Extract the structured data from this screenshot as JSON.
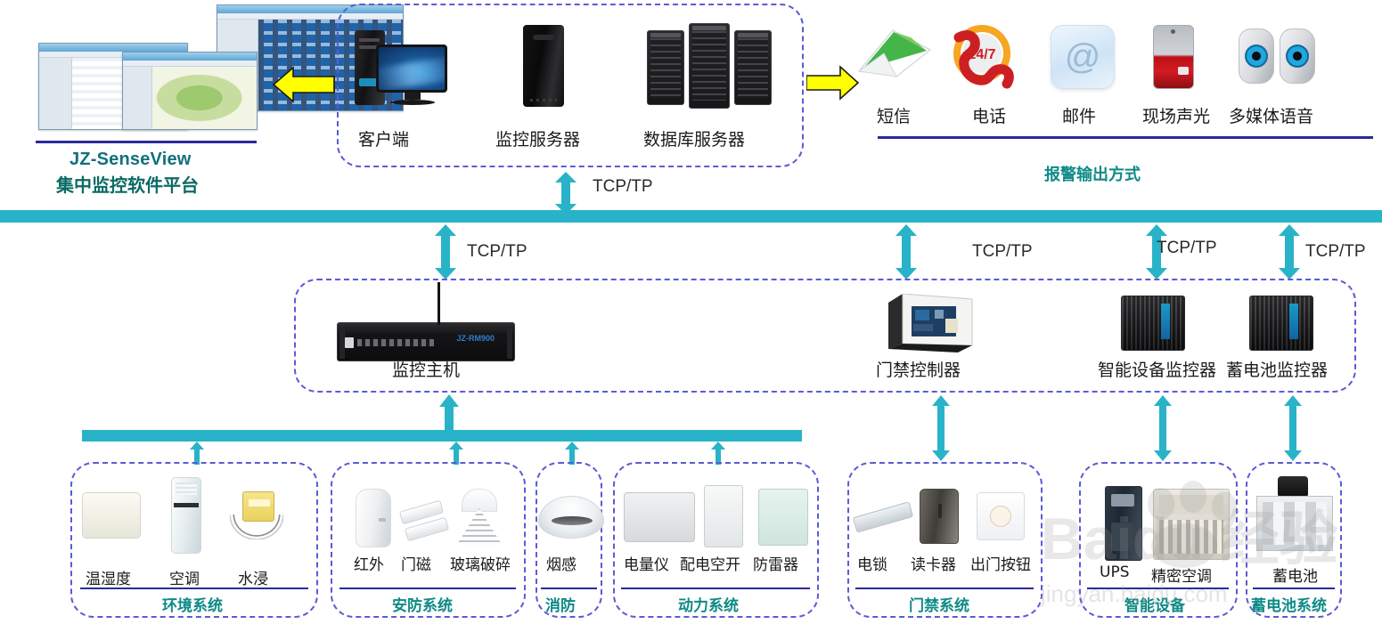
{
  "platform": {
    "brand_en": "JZ-SenseView",
    "brand_cn": "集中监控软件平台",
    "screenshots": [
      "topology-screenshot",
      "table-screenshot",
      "map-screenshot"
    ]
  },
  "server_group": {
    "items": [
      {
        "label": "客户端",
        "icon": "desktop-pc-icon"
      },
      {
        "label": "监控服务器",
        "icon": "server-tower-icon"
      },
      {
        "label": "数据库服务器",
        "icon": "server-rack-icon"
      }
    ]
  },
  "alarm_output": {
    "title": "报警输出方式",
    "items": [
      {
        "label": "短信",
        "icon": "envelope-icon"
      },
      {
        "label": "电话",
        "icon": "phone-24-7-icon"
      },
      {
        "label": "邮件",
        "icon": "email-at-icon"
      },
      {
        "label": "现场声光",
        "icon": "siren-icon"
      },
      {
        "label": "多媒体语音",
        "icon": "speakers-icon"
      }
    ]
  },
  "protocol_labels": {
    "top": "TCP/TP",
    "bus_to_host": "TCP/TP",
    "bus_to_door": "TCP/TP",
    "bus_to_smart": "TCP/TP",
    "bus_to_battery": "TCP/TP"
  },
  "controller_band": {
    "items": [
      {
        "label": "监控主机",
        "icon": "rack-host-icon"
      },
      {
        "label": "门禁控制器",
        "icon": "access-controller-icon"
      },
      {
        "label": "智能设备监控器",
        "icon": "smart-device-monitor-icon"
      },
      {
        "label": "蓄电池监控器",
        "icon": "battery-monitor-icon"
      }
    ]
  },
  "subsystems": [
    {
      "name": "环境系统",
      "devices": [
        {
          "label": "温湿度",
          "icon": "temp-humidity-sensor-icon"
        },
        {
          "label": "空调",
          "icon": "air-conditioner-icon"
        },
        {
          "label": "水浸",
          "icon": "water-leak-sensor-icon"
        }
      ]
    },
    {
      "name": "安防系统",
      "devices": [
        {
          "label": "红外",
          "icon": "infrared-detector-icon"
        },
        {
          "label": "门磁",
          "icon": "door-magnet-icon"
        },
        {
          "label": "玻璃破碎",
          "icon": "glass-break-detector-icon"
        }
      ]
    },
    {
      "name": "消防",
      "devices": [
        {
          "label": "烟感",
          "icon": "smoke-detector-icon"
        }
      ]
    },
    {
      "name": "动力系统",
      "devices": [
        {
          "label": "电量仪",
          "icon": "power-meter-icon"
        },
        {
          "label": "配电空开",
          "icon": "circuit-breaker-icon"
        },
        {
          "label": "防雷器",
          "icon": "surge-protector-icon"
        }
      ]
    },
    {
      "name": "门禁系统",
      "devices": [
        {
          "label": "电锁",
          "icon": "electric-lock-icon"
        },
        {
          "label": "读卡器",
          "icon": "card-reader-icon"
        },
        {
          "label": "出门按钮",
          "icon": "exit-button-icon"
        }
      ]
    },
    {
      "name": "智能设备",
      "devices": [
        {
          "label": "UPS",
          "icon": "ups-icon"
        },
        {
          "label": "精密空调",
          "icon": "precision-ac-icon"
        }
      ]
    },
    {
      "name": "蓄电池系统",
      "devices": [
        {
          "label": "蓄电池",
          "icon": "battery-bank-icon"
        }
      ]
    }
  ],
  "watermark": {
    "big": "Baidu 经验",
    "small": "jingyan.baidu.com"
  },
  "colors": {
    "bus_teal": "#29b3c8",
    "dashed_blue": "#5b5bd6",
    "label_teal": "#0e8a86",
    "arrow_yellow": "#ffff00",
    "divider_blue": "#2a2a9c"
  }
}
